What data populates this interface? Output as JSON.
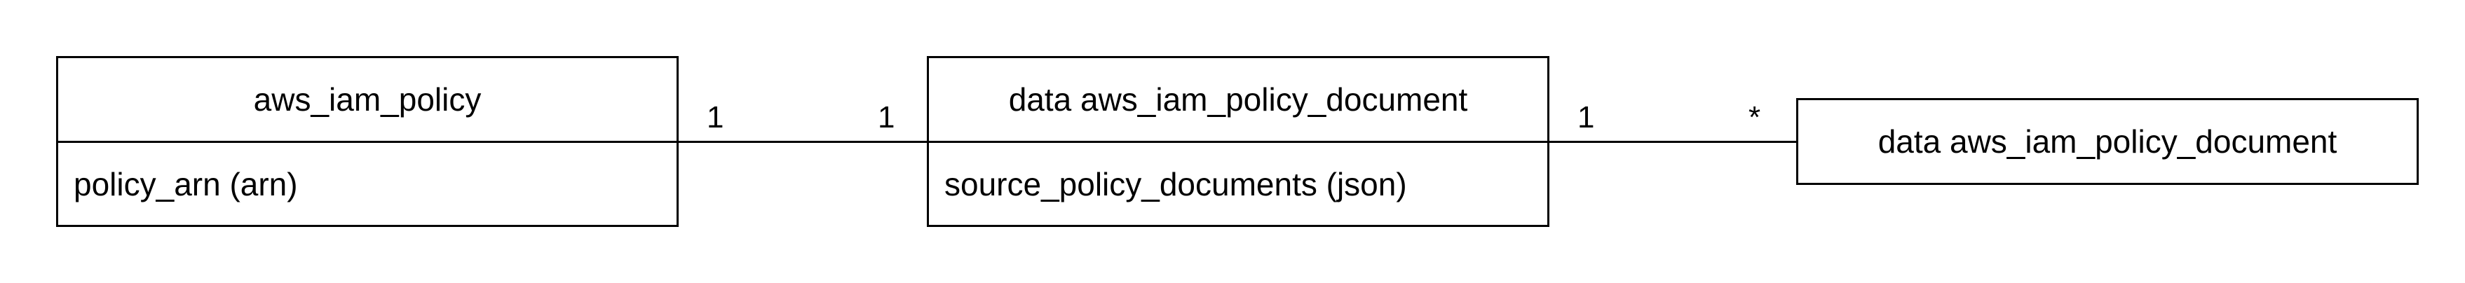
{
  "diagram": {
    "entities": [
      {
        "title": "aws_iam_policy",
        "attributes": [
          "policy_arn (arn)"
        ]
      },
      {
        "title": "data aws_iam_policy_document",
        "attributes": [
          "source_policy_documents (json)"
        ]
      },
      {
        "title": "data aws_iam_policy_document",
        "attributes": []
      }
    ],
    "relationships": [
      {
        "from": "aws_iam_policy",
        "to": "data aws_iam_policy_document",
        "from_multiplicity": "1",
        "to_multiplicity": "1"
      },
      {
        "from": "data aws_iam_policy_document",
        "to": "data aws_iam_policy_document",
        "from_multiplicity": "1",
        "to_multiplicity": "*"
      }
    ],
    "colors": {
      "stroke": "#000000",
      "fill": "#ffffff",
      "text": "#000000"
    }
  }
}
